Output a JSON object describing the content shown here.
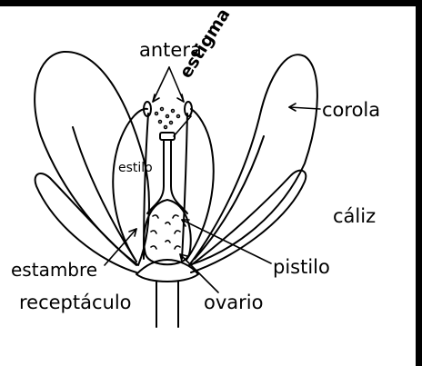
{
  "labels": {
    "antera": "antera",
    "estigma": "estigma",
    "corola": "corola",
    "estilo": "estilo",
    "caliz": "cáliz",
    "estambre": "estambre",
    "pistilo": "pistilo",
    "receptaculo": "receptáculo",
    "ovario": "ovario"
  }
}
